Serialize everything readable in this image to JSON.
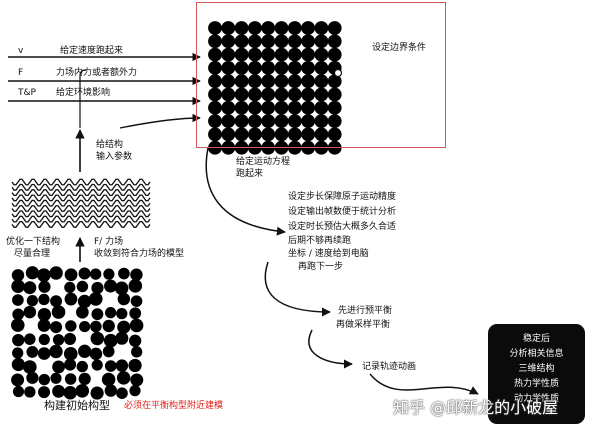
{
  "inputs": {
    "v_symbol": "v",
    "v_text": "给定速度跑起来",
    "f_symbol": "F",
    "f_text": "力场内力或者额外力",
    "tp_symbol": "T&P",
    "tp_text": "给定环境影响"
  },
  "lattice": {
    "boundary_label": "设定边界条件"
  },
  "structure": {
    "input_params": [
      "给结构",
      "输入参数"
    ],
    "optimize": [
      "优化一下结构",
      "尽量合理"
    ],
    "force_field": [
      "F/ 力场",
      "收敛到符合力场的模型"
    ]
  },
  "initial": {
    "caption": "构建初始构型",
    "note": "必须在平衡构型附近建模"
  },
  "dynamics": {
    "equation": [
      "给定运动方程",
      "跑起来"
    ],
    "steps": [
      "设定步长保障原子运动精度",
      "设定输出帧数便于统计分析",
      "设定时长预估大概多久合适",
      "后期不够再续跑",
      "坐标 / 速度给到电脑",
      "再跑下一步"
    ],
    "equilibrate": [
      "先进行预平衡",
      "再做采样平衡"
    ],
    "record": "记录轨迹动画"
  },
  "results": {
    "lines": [
      "稳定后",
      "分析相关信息",
      "三维结构",
      "热力学性质",
      "动力学性质"
    ]
  },
  "watermark": "知乎 @邱新龙的小破屋",
  "colors": {
    "frame": "#d25a5a",
    "note_red": "#e0201a",
    "atom": "#000000",
    "result_bg": "#0b0b0b"
  }
}
